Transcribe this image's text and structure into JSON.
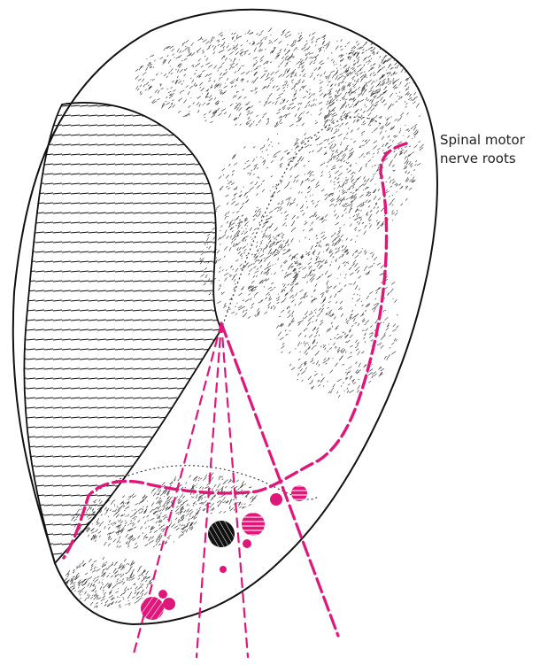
{
  "label": {
    "line1": "Spinal motor",
    "line2": "nerve roots"
  },
  "colors": {
    "outline": "#111111",
    "stipple": "#2a2a2a",
    "nerve": "#e0177a",
    "background": "#ffffff"
  },
  "icons": {
    "structure": "stippled-anatomical-outline",
    "cut_surface": "hatched-section",
    "nerves": "dashed-magenta-lines",
    "vessel_cross_sections": "hatched-circles"
  }
}
